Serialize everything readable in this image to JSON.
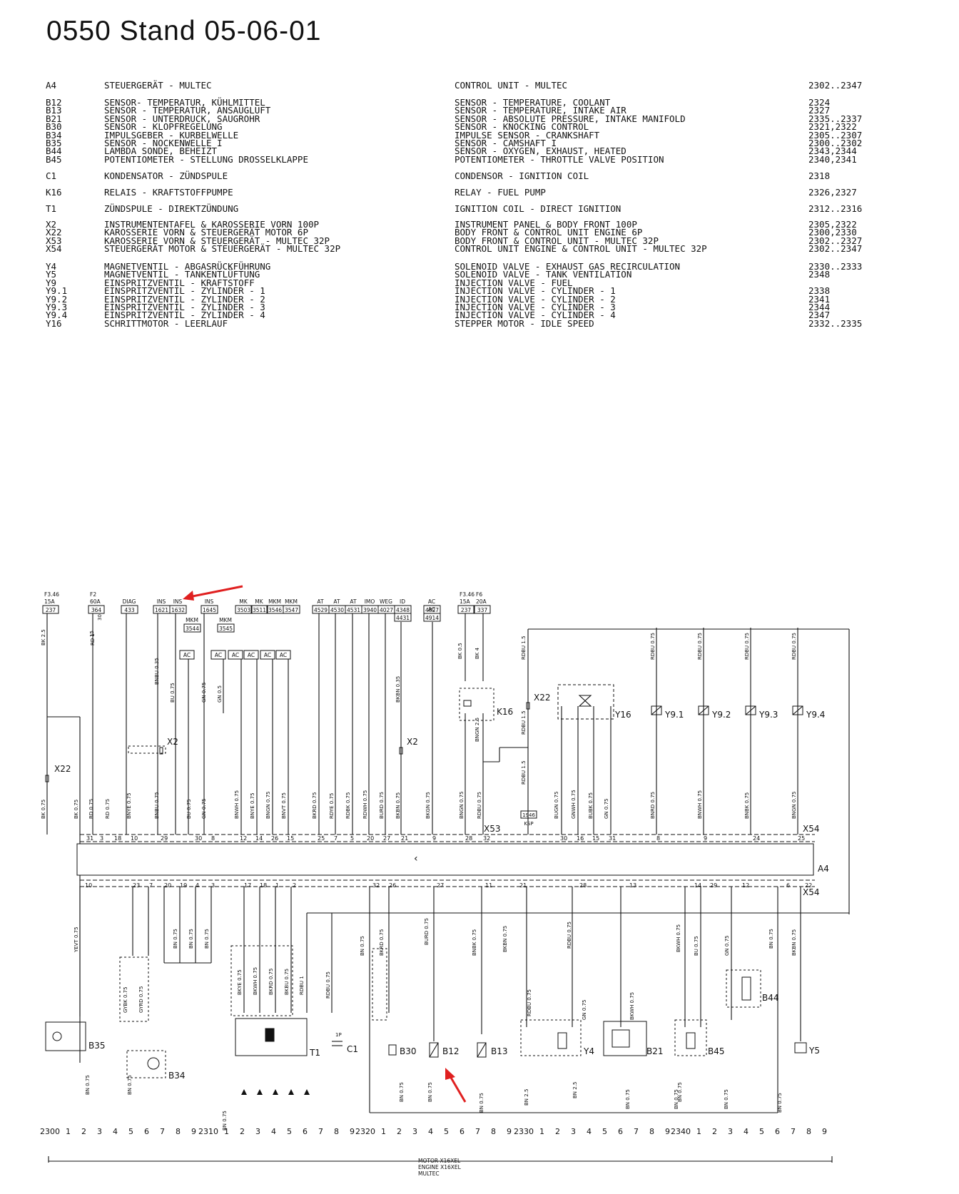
{
  "title": "0550 Stand 05-06-01",
  "legend": {
    "rows": [
      {
        "y": 0,
        "code": "A4",
        "de": "STEUERGERÄT - MULTEC",
        "en": "CONTROL UNIT - MULTEC",
        "ref": "2302..2347"
      },
      {
        "y": 1,
        "code": "B12",
        "de": "SENSOR- TEMPERATUR, KÜHLMITTEL",
        "en": "SENSOR - TEMPERATURE, COOLANT",
        "ref": "2324"
      },
      {
        "y": 1,
        "code": "B13",
        "de": "SENSOR - TEMPERATUR, ANSAUGLUFT",
        "en": "SENSOR - TEMPERATURE, INTAKE AIR",
        "ref": "2327"
      },
      {
        "y": 1,
        "code": "B21",
        "de": "SENSOR - UNTERDRUCK, SAUGROHR",
        "en": "SENSOR - ABSOLUTE PRESSURE, INTAKE MANIFOLD",
        "ref": "2335..2337"
      },
      {
        "y": 1,
        "code": "B30",
        "de": "SENSOR - KLOPFREGELUNG",
        "en": "SENSOR - KNOCKING CONTROL",
        "ref": "2321,2322"
      },
      {
        "y": 1,
        "code": "B34",
        "de": "IMPULSGEBER - KURBELWELLE",
        "en": "IMPULSE SENSOR - CRANKSHAFT",
        "ref": "2305..2307"
      },
      {
        "y": 1,
        "code": "B35",
        "de": "SENSOR - NOCKENWELLE I",
        "en": "SENSOR - CAMSHAFT I",
        "ref": "2300..2302"
      },
      {
        "y": 1,
        "code": "B44",
        "de": "LAMBDA SONDE, BEHEIZT",
        "en": "SENSOR - OXYGEN, EXHAUST, HEATED",
        "ref": "2343,2344"
      },
      {
        "y": 1,
        "code": "B45",
        "de": "POTENTIOMETER - STELLUNG DROSSELKLAPPE",
        "en": "POTENTIOMETER - THROTTLE VALVE POSITION",
        "ref": "2340,2341"
      },
      {
        "y": 2,
        "code": "C1",
        "de": "KONDENSATOR - ZÜNDSPULE",
        "en": "CONDENSOR - IGNITION COIL",
        "ref": "2318"
      },
      {
        "y": 3,
        "code": "K16",
        "de": "RELAIS - KRAFTSTOFFPUMPE",
        "en": "RELAY - FUEL PUMP",
        "ref": "2326,2327"
      },
      {
        "y": 4,
        "code": "T1",
        "de": "ZÜNDSPULE - DIREKTZÜNDUNG",
        "en": "IGNITION COIL - DIRECT IGNITION",
        "ref": "2312..2316"
      },
      {
        "y": 5,
        "code": "X2",
        "de": "INSTRUMENTENTAFEL & KAROSSERIE VORN 100P",
        "en": "INSTRUMENT PANEL & BODY FRONT 100P",
        "ref": "2305,2322"
      },
      {
        "y": 5,
        "code": "X22",
        "de": "KAROSSERIE VORN & STEUERGERÄT MOTOR 6P",
        "en": "BODY FRONT & CONTROL UNIT ENGINE 6P",
        "ref": "2300,2330"
      },
      {
        "y": 5,
        "code": "X53",
        "de": "KAROSSERIE VORN & STEUERGERÄT - MULTEC 32P",
        "en": "BODY FRONT & CONTROL UNIT - MULTEC 32P",
        "ref": "2302..2327"
      },
      {
        "y": 5,
        "code": "X54",
        "de": "STEUERGERÄT MOTOR & STEUERGERÄT - MULTEC 32P",
        "en": "CONTROL UNIT ENGINE & CONTROL UNIT - MULTEC 32P",
        "ref": "2302..2347"
      },
      {
        "y": 6,
        "code": "Y4",
        "de": "MAGNETVENTIL - ABGASRÜCKFÜHRUNG",
        "en": "SOLENOID VALVE - EXHAUST GAS RECIRCULATION",
        "ref": "2330..2333"
      },
      {
        "y": 6,
        "code": "Y5",
        "de": "MAGNETVENTIL - TANKENTLÜFTUNG",
        "en": "SOLENOID VALVE - TANK VENTILATION",
        "ref": "2348"
      },
      {
        "y": 6,
        "code": "Y9",
        "de": "EINSPRITZVENTIL - KRAFTSTOFF",
        "en": "INJECTION VALVE - FUEL",
        "ref": ""
      },
      {
        "y": 6,
        "code": "Y9.1",
        "de": "EINSPRITZVENTIL - ZYLINDER - 1",
        "en": "INJECTION VALVE - CYLINDER - 1",
        "ref": "2338"
      },
      {
        "y": 6,
        "code": "Y9.2",
        "de": "EINSPRITZVENTIL - ZYLINDER - 2",
        "en": "INJECTION VALVE - CYLINDER - 2",
        "ref": "2341"
      },
      {
        "y": 6,
        "code": "Y9.3",
        "de": "EINSPRITZVENTIL - ZYLINDER - 3",
        "en": "INJECTION VALVE - CYLINDER - 3",
        "ref": "2344"
      },
      {
        "y": 6,
        "code": "Y9.4",
        "de": "EINSPRITZVENTIL - ZYLINDER - 4",
        "en": "INJECTION VALVE - CYLINDER - 4",
        "ref": "2347"
      },
      {
        "y": 6,
        "code": "Y16",
        "de": "SCHRITTMOTOR - LEERLAUF",
        "en": "STEPPER MOTOR - IDLE SPEED",
        "ref": "2332..2335"
      }
    ]
  },
  "schematic": {
    "top_fuses": [
      {
        "name": "F3.46",
        "rating": "15A",
        "num": "237"
      },
      {
        "name": "F2",
        "rating": "60A",
        "num": "364"
      },
      {
        "name": "F3.46",
        "rating": "15A",
        "num": "237"
      },
      {
        "name": "F6",
        "rating": "20A",
        "num": "337"
      }
    ],
    "top_groups": [
      {
        "label": "DIAG",
        "num": "433"
      },
      {
        "label": "INS",
        "num": "1621"
      },
      {
        "label": "INS",
        "num": "1632"
      },
      {
        "label": "INS",
        "num": "1645"
      },
      {
        "label": "MK",
        "num": "3503"
      },
      {
        "label": "MK",
        "num": "3511"
      },
      {
        "label": "MKM",
        "num": "3546"
      },
      {
        "label": "MKM",
        "num": "3547"
      },
      {
        "label": "AT",
        "num": "4529"
      },
      {
        "label": "AT",
        "num": "4530"
      },
      {
        "label": "AT",
        "num": "4531"
      },
      {
        "label": "IMO",
        "num": "3940"
      },
      {
        "label": "WEG",
        "num": "4027"
      },
      {
        "label": "ID",
        "num": "4348"
      },
      {
        "label": "",
        "num": "4431"
      },
      {
        "label": "AC",
        "num": "4827"
      },
      {
        "label": "AC",
        "num": "4914"
      },
      {
        "label": "MKM",
        "num": "3544"
      },
      {
        "label": "MKM",
        "num": "3545"
      }
    ],
    "ac_labels": [
      "AC",
      "AC",
      "AC",
      "AC",
      "AC",
      "AC"
    ],
    "wire_labels_top": [
      "BK 2.5",
      "RD 1",
      "30",
      "15",
      "BNBU 0.35",
      "BU 0.75",
      "GN 0.75",
      "GN 0.5",
      "BKBN 0.35",
      "BK 0.5",
      "BK 4",
      "RDBU 1.5",
      "RDBU 1.5",
      "RDBU 1.5",
      "BNGN 2.5",
      "RDBU 0.75",
      "RDBU 0.75",
      "RDBU 0.75",
      "RDBU 0.75"
    ],
    "wire_labels_mid": [
      "BK 0.75",
      "BK 0.75",
      "RD 0.75",
      "RD 0.75",
      "BNYE 0.75",
      "BNBU 0.75",
      "BU 0.75",
      "GN 0.75",
      "BNWH 0.75",
      "BNYE 0.75",
      "BNGN 0.75",
      "BNVT 0.75",
      "BKRD 0.75",
      "RDYE 0.75",
      "RDBK 0.75",
      "RDWH 0.75",
      "BURD 0.75",
      "BKBN 0.75",
      "BKGN 0.75",
      "BNGN 0.75",
      "RDBU 0.75",
      "BUGN 0.75",
      "GNWH 0.75",
      "BUBK 0.75",
      "GN 0.75",
      "BNRD 0.75",
      "BNWH 0.75",
      "BNBK 0.75",
      "BNGN 0.75"
    ],
    "wire_labels_bottom": [
      "YEVT 0.75",
      "GYBK 0.75",
      "GYRD 0.75",
      "BN 0.75",
      "BN 0.75",
      "BN 0.75",
      "BKYE 0.75",
      "BKWH 0.75",
      "BKRD 0.75",
      "BKBU 0.75",
      "RDBU 1",
      "RDBU 0.75",
      "BN 0.75",
      "BKRD 0.75",
      "BURD 0.75",
      "BNBK 0.75",
      "BKBN 0.75",
      "RDBU 0.75",
      "RDBU 0.75",
      "GN 0.75",
      "BKWH 0.75",
      "BKWH 0.75",
      "BU 0.75",
      "GN 0.75",
      "BN 0.75",
      "BKBN 0.75",
      "BN 0.75",
      "BN 0.75",
      "BN 0.75",
      "BN 0.75",
      "BN 0.75",
      "BN 0.75",
      "BN 2.5",
      "BN 2.5",
      "BN 0.75",
      "BN 0.75",
      "BN 0.75",
      "BN 0.75",
      "BN 0.75"
    ],
    "connectors": [
      "X22",
      "X2",
      "X2",
      "X22",
      "K16",
      "Y16",
      "X53",
      "X54",
      "X54",
      "A4"
    ],
    "connector_pins_top": [
      "31",
      "3",
      "18",
      "10",
      "29",
      "30",
      "8",
      "12",
      "14",
      "26",
      "15",
      "25",
      "7",
      "5",
      "20",
      "27",
      "21",
      "9",
      "28",
      "32",
      "30",
      "16",
      "15",
      "31",
      "8",
      "9",
      "24",
      "25"
    ],
    "connector_pins_bottom": [
      "10",
      "23",
      "7",
      "20",
      "19",
      "4",
      "3",
      "17",
      "18",
      "1",
      "2",
      "32",
      "26",
      "27",
      "11",
      "21",
      "28",
      "13",
      "14",
      "29",
      "12",
      "6",
      "22"
    ],
    "components": [
      {
        "label": "Y9.1"
      },
      {
        "label": "Y9.2"
      },
      {
        "label": "Y9.3"
      },
      {
        "label": "Y9.4"
      },
      {
        "label": "B35"
      },
      {
        "label": "B34"
      },
      {
        "label": "T1"
      },
      {
        "label": "C1"
      },
      {
        "label": "B30"
      },
      {
        "label": "B12"
      },
      {
        "label": "B13"
      },
      {
        "label": "Y4"
      },
      {
        "label": "B21"
      },
      {
        "label": "B45"
      },
      {
        "label": "B44"
      },
      {
        "label": "Y5"
      }
    ],
    "ksp_label": "KSP",
    "ksp_num": "1946",
    "c1_value": "1P",
    "sheet_refs": [
      "2300",
      "2310",
      "2320",
      "2330",
      "2340"
    ],
    "ruler_digits": [
      "1",
      "2",
      "3",
      "4",
      "5",
      "6",
      "7",
      "8",
      "9"
    ],
    "footer": [
      "MOTOR X16XEL",
      "ENGINE X16XEL",
      "MULTEC"
    ]
  },
  "colors": {
    "ink": "#111111",
    "arrow": "#e02020",
    "background": "#ffffff"
  }
}
